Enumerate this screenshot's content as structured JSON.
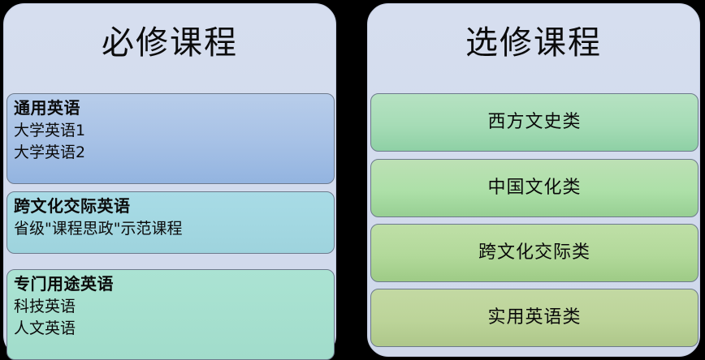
{
  "required_panel": {
    "title": "必修课程",
    "cards": [
      {
        "title": "通用英语",
        "items": [
          "大学英语1",
          "大学英语2"
        ],
        "color": "#a8c2e6"
      },
      {
        "title": "跨文化交际英语",
        "items": [
          "省级\"课程思政\"示范课程"
        ],
        "color": "#a3d8e2"
      },
      {
        "title": "专门用途英语",
        "items": [
          "科技英语",
          "人文英语"
        ],
        "color": "#a6e0cf"
      }
    ]
  },
  "elective_panel": {
    "title": "选修课程",
    "cards": [
      {
        "label": "西方文史类",
        "color": "#a6dcb6"
      },
      {
        "label": "中国文化类",
        "color": "#ade0a8"
      },
      {
        "label": "跨文化交际类",
        "color": "#b2d99a"
      },
      {
        "label": "实用英语类",
        "color": "#bcd499"
      }
    ]
  },
  "theme": {
    "background": "#000000",
    "panel_background": "#d2dbed",
    "panel_border": "#c2cbe0",
    "card_border": "#6d7a8c",
    "text_color": "#0a0a0a"
  }
}
